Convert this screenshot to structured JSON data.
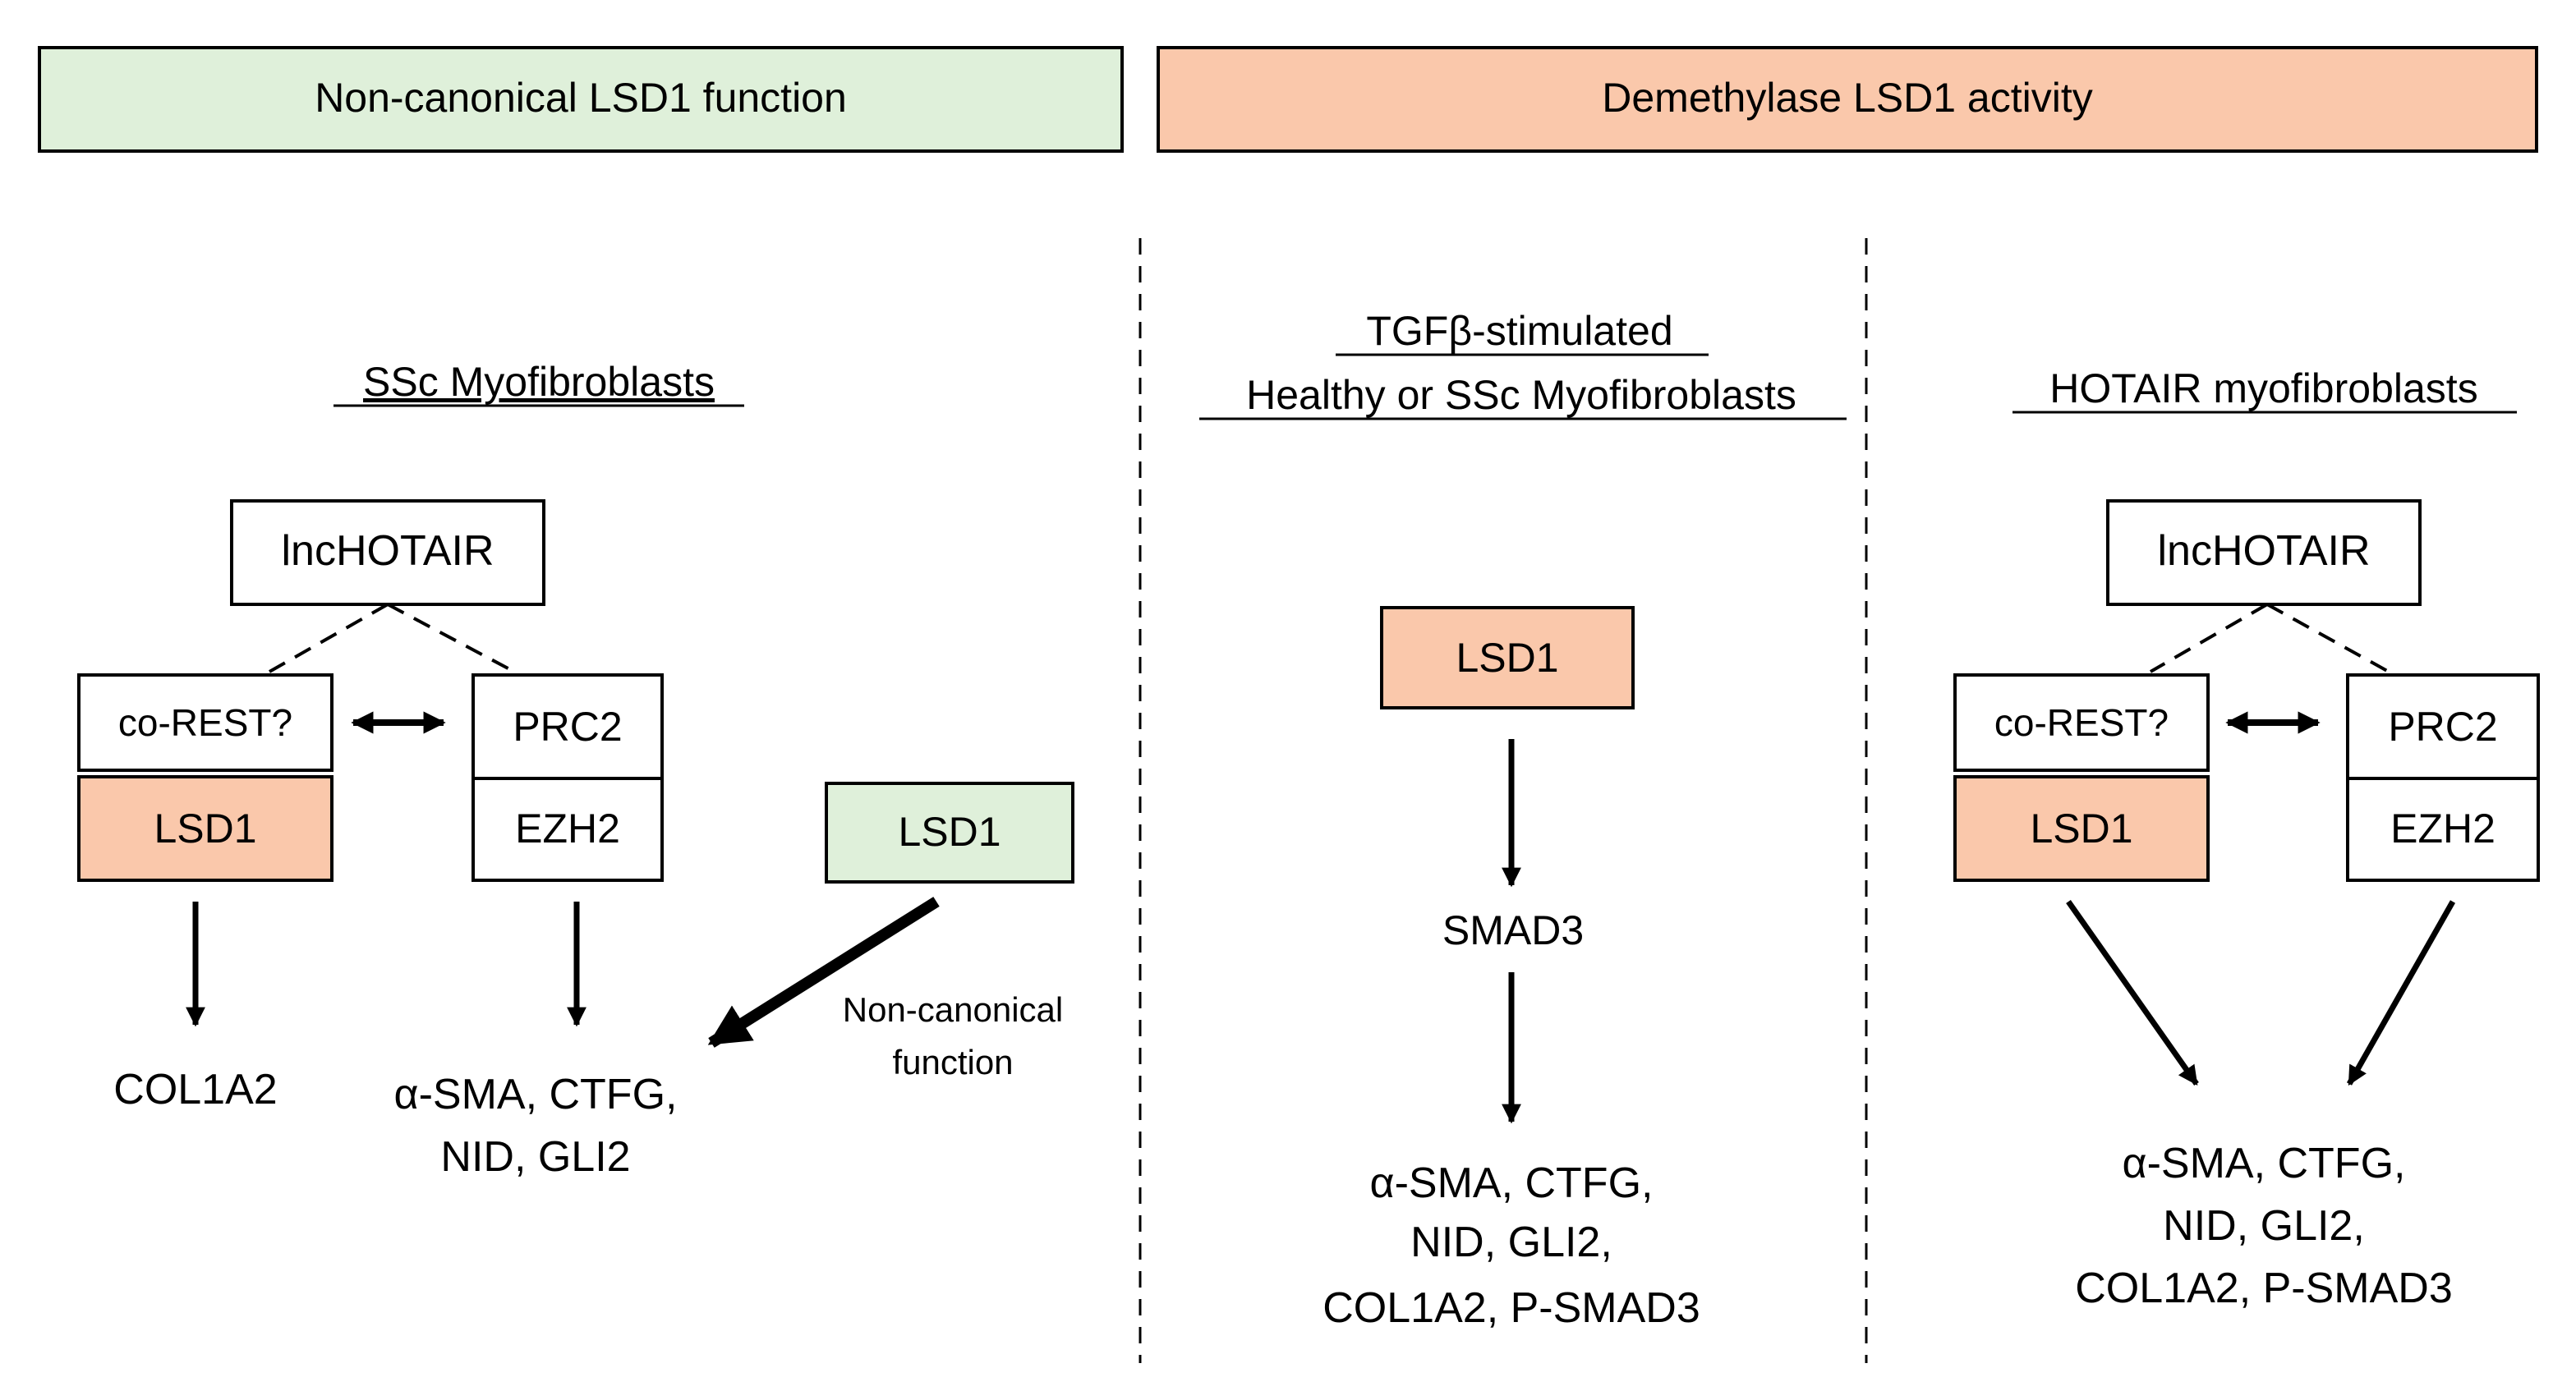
{
  "colors": {
    "green": "#dff0da",
    "salmon": "#fac8ab",
    "border": "#000000",
    "white": "#ffffff"
  },
  "headers": {
    "left": "Non-canonical LSD1 function",
    "right": "Demethylase LSD1 activity"
  },
  "panel_left": {
    "title": "SSc Myofibroblasts",
    "lnc": "lncHOTAIR",
    "corest": "co-REST?",
    "lsd1": "LSD1",
    "prc2": "PRC2",
    "ezh2": "EZH2",
    "lsd1_green": "LSD1",
    "col1a2": "COL1A2",
    "targets_line1": "α-SMA, CTFG,",
    "targets_line2": "NID, GLI2",
    "noncanon_line1": "Non-canonical",
    "noncanon_line2": "function"
  },
  "panel_mid": {
    "title_line1": "TGFβ-stimulated",
    "title_line2": "Healthy or SSc Myofibroblasts",
    "lsd1": "LSD1",
    "smad3": "SMAD3",
    "targets_line1": "α-SMA, CTFG,",
    "targets_line2": "NID, GLI2,",
    "targets_line3": "COL1A2, P-SMAD3"
  },
  "panel_right": {
    "title": "HOTAIR myofibroblasts",
    "lnc": "lncHOTAIR",
    "corest": "co-REST?",
    "lsd1": "LSD1",
    "prc2": "PRC2",
    "ezh2": "EZH2",
    "targets_line1": "α-SMA, CTFG,",
    "targets_line2": "NID, GLI2,",
    "targets_line3": "COL1A2, P-SMAD3"
  }
}
